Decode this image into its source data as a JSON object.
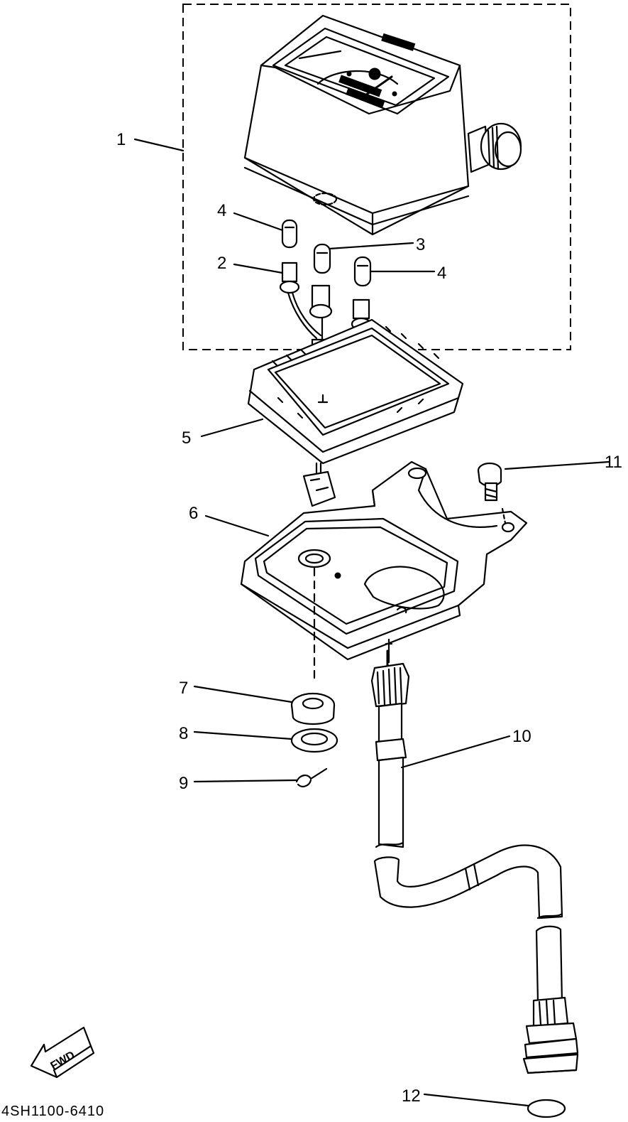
{
  "diagram": {
    "drawing_code": "4SH1100-6410",
    "direction_label": "FWD",
    "callouts": [
      {
        "id": "callout-1",
        "label": "1"
      },
      {
        "id": "callout-2",
        "label": "2"
      },
      {
        "id": "callout-3",
        "label": "3"
      },
      {
        "id": "callout-4a",
        "label": "4"
      },
      {
        "id": "callout-4b",
        "label": "4"
      },
      {
        "id": "callout-5",
        "label": "5"
      },
      {
        "id": "callout-6",
        "label": "6"
      },
      {
        "id": "callout-7",
        "label": "7"
      },
      {
        "id": "callout-8",
        "label": "8"
      },
      {
        "id": "callout-9",
        "label": "9"
      },
      {
        "id": "callout-10",
        "label": "10"
      },
      {
        "id": "callout-11",
        "label": "11"
      },
      {
        "id": "callout-12",
        "label": "12"
      }
    ]
  }
}
